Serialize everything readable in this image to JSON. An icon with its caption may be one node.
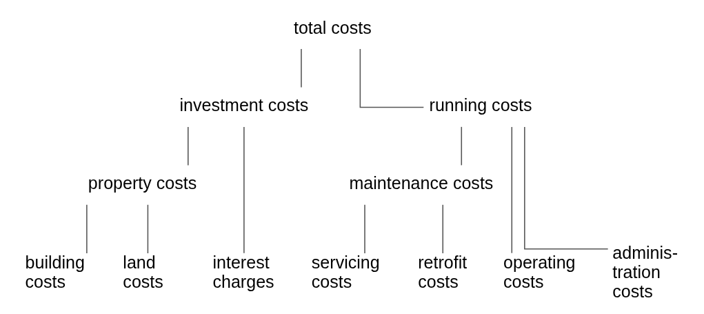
{
  "diagram": {
    "nodes": [
      {
        "text": [
          "total costs"
        ]
      },
      {
        "text": [
          "investment costs"
        ]
      },
      {
        "text": [
          "running costs"
        ]
      },
      {
        "text": [
          "property costs"
        ]
      },
      {
        "text": [
          "maintenance costs"
        ]
      },
      {
        "text": [
          "building costs"
        ]
      },
      {
        "text": [
          "land costs"
        ]
      },
      {
        "text": [
          "interest charges"
        ]
      },
      {
        "text": [
          "servicing costs"
        ]
      },
      {
        "text": [
          "retrofit costs"
        ]
      },
      {
        "text": [
          "operating costs"
        ]
      },
      {
        "text": [
          "adminis- tration costs"
        ]
      }
    ],
    "edges": [
      {
        "from": 0,
        "to": 1,
        "arrow": "none"
      },
      {
        "from": 0,
        "to": 2,
        "arrow": "none"
      },
      {
        "from": 1,
        "to": 3,
        "arrow": "none"
      },
      {
        "from": 1,
        "to": 7,
        "arrow": "none"
      },
      {
        "from": 2,
        "to": 4,
        "arrow": "none"
      },
      {
        "from": 2,
        "to": 10,
        "arrow": "none"
      },
      {
        "from": 2,
        "to": 11,
        "arrow": "none"
      },
      {
        "from": 3,
        "to": 5,
        "arrow": "none"
      },
      {
        "from": 3,
        "to": 6,
        "arrow": "none"
      },
      {
        "from": 4,
        "to": 8,
        "arrow": "none"
      },
      {
        "from": 4,
        "to": 9,
        "arrow": "none"
      }
    ]
  }
}
